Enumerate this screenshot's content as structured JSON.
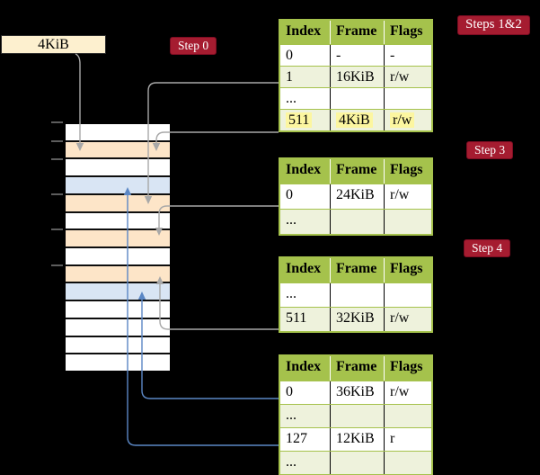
{
  "label_box": {
    "text": "4KiB"
  },
  "badges": {
    "step0": "Step 0",
    "steps12": "Steps 1&2",
    "step3": "Step 3",
    "step4": "Step 4"
  },
  "tables": [
    {
      "name": "page-table-steps-1-2",
      "headers": [
        "Index",
        "Frame",
        "Flags"
      ],
      "rows": [
        [
          "0",
          "-",
          "-"
        ],
        [
          "1",
          "16KiB",
          "r/w"
        ],
        [
          "...",
          "",
          ""
        ],
        [
          "511",
          "4KiB",
          "r/w"
        ]
      ],
      "highlighted_row_index": 3
    },
    {
      "name": "page-table-step-3",
      "headers": [
        "Index",
        "Frame",
        "Flags"
      ],
      "rows": [
        [
          "0",
          "24KiB",
          "r/w"
        ],
        [
          "...",
          "",
          ""
        ]
      ]
    },
    {
      "name": "page-table-step-4",
      "headers": [
        "Index",
        "Frame",
        "Flags"
      ],
      "rows": [
        [
          "...",
          "",
          ""
        ],
        [
          "511",
          "32KiB",
          "r/w"
        ]
      ]
    },
    {
      "name": "page-table-bottom",
      "headers": [
        "Index",
        "Frame",
        "Flags"
      ],
      "rows": [
        [
          "0",
          "36KiB",
          "r/w"
        ],
        [
          "...",
          "",
          ""
        ],
        [
          "127",
          "12KiB",
          "r"
        ],
        [
          "...",
          "",
          ""
        ]
      ]
    }
  ],
  "memory": {
    "rows": [
      "white",
      "peach",
      "white",
      "blue",
      "peach",
      "white",
      "peach",
      "white",
      "peach",
      "blue",
      "white",
      "white",
      "white",
      "white"
    ],
    "tick_marks": 6
  },
  "connections": [
    {
      "from": "label-4KiB",
      "to": "memory-frame-peach-1",
      "color": "gray"
    },
    {
      "from": "table1-entry-1-16KiB",
      "to": "memory-frame-peach-2",
      "color": "gray"
    },
    {
      "from": "table1-entry-511-4KiB",
      "to": "memory-frame-peach-1",
      "color": "gray"
    },
    {
      "from": "table2-entry-0-24KiB",
      "to": "memory-frame-peach-3",
      "color": "gray"
    },
    {
      "from": "table3-entry-511-32KiB",
      "to": "memory-frame-peach-4",
      "color": "gray"
    },
    {
      "from": "table4-entry-0-36KiB",
      "to": "memory-frame-blue-2",
      "color": "blue"
    },
    {
      "from": "table4-entry-127-12KiB",
      "to": "memory-frame-blue-1",
      "color": "blue"
    }
  ],
  "colors": {
    "background": "#000000",
    "table_header_green": "#a5c24c",
    "table_row_green": "#eef2dc",
    "badge_red": "#a51c30",
    "frame_peach": "#fde5c8",
    "frame_blue": "#d9e5f4",
    "label_cream": "#fdf0cf",
    "highlight_yellow": "#fcf6a0",
    "arrow_gray": "#a8a8a8",
    "arrow_blue": "#5b87c5"
  }
}
